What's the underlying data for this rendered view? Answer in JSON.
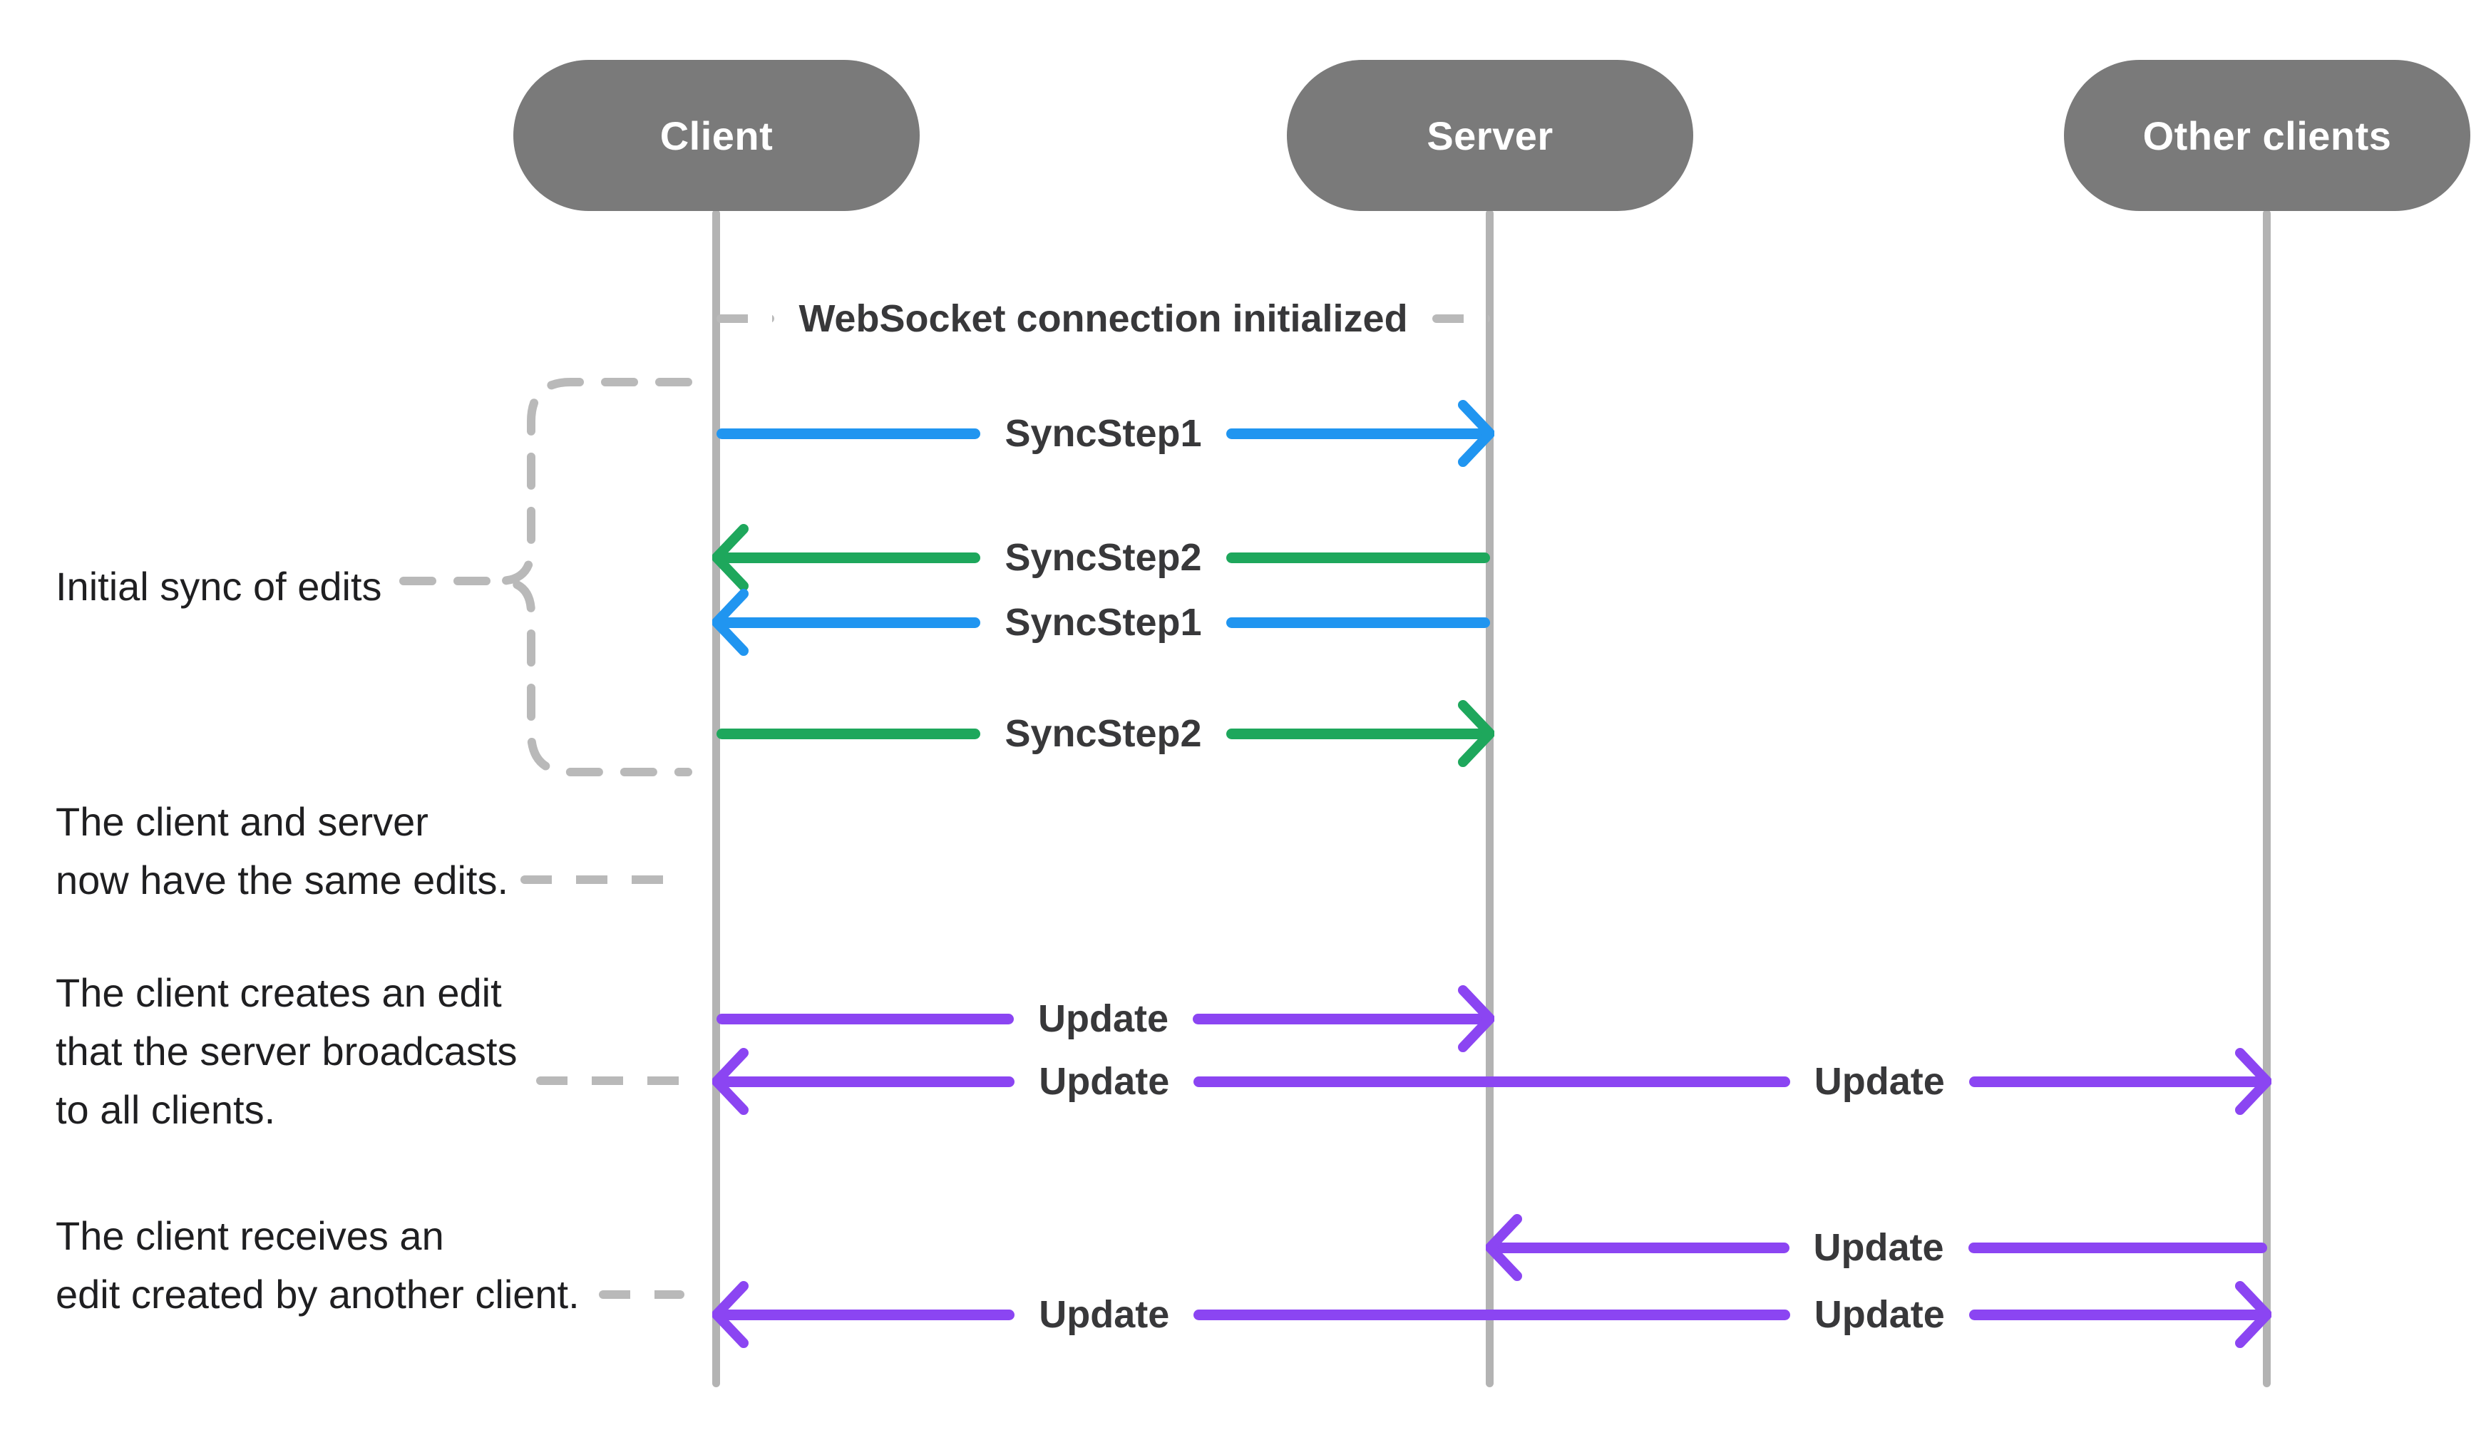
{
  "colors": {
    "background": "#ffffff",
    "actor_pill": "#7a7a7a",
    "actor_text": "#ffffff",
    "lifeline": "#b3b3b3",
    "dash": "#b9b9b9",
    "blue": "#2095f0",
    "green": "#1ea75c",
    "purple": "#8b45f2",
    "message_text": "#38383a",
    "annotation_text": "#1f1f21"
  },
  "actors": [
    {
      "label": "Client"
    },
    {
      "label": "Server"
    },
    {
      "label": "Other clients"
    }
  ],
  "messages": [
    {
      "label": "WebSocket connection initialized",
      "style": "dashed-note",
      "from": "Client",
      "to": "Server"
    },
    {
      "label": "SyncStep1",
      "color": "blue",
      "from": "Client",
      "to": "Server"
    },
    {
      "label": "SyncStep2",
      "color": "green",
      "from": "Server",
      "to": "Client"
    },
    {
      "label": "SyncStep1",
      "color": "blue",
      "from": "Server",
      "to": "Client"
    },
    {
      "label": "SyncStep2",
      "color": "green",
      "from": "Client",
      "to": "Server"
    },
    {
      "label": "Update",
      "color": "purple",
      "from": "Client",
      "to": "Server"
    },
    {
      "labels": [
        "Update",
        "Update"
      ],
      "color": "purple",
      "from": "Server",
      "to": "Client and Other clients"
    },
    {
      "label": "Update",
      "color": "purple",
      "from": "Other clients",
      "to": "Server"
    },
    {
      "labels": [
        "Update",
        "Update"
      ],
      "color": "purple",
      "from": "Server",
      "to": "Client and Other clients"
    }
  ],
  "annotations": [
    {
      "label": "Initial sync of edits"
    },
    {
      "lines": [
        "The client and server",
        "now have the same edits."
      ]
    },
    {
      "lines": [
        "The client creates an edit",
        "that the server broadcasts",
        "to all clients."
      ]
    },
    {
      "lines": [
        "The client receives an",
        "edit created by another client."
      ]
    }
  ]
}
